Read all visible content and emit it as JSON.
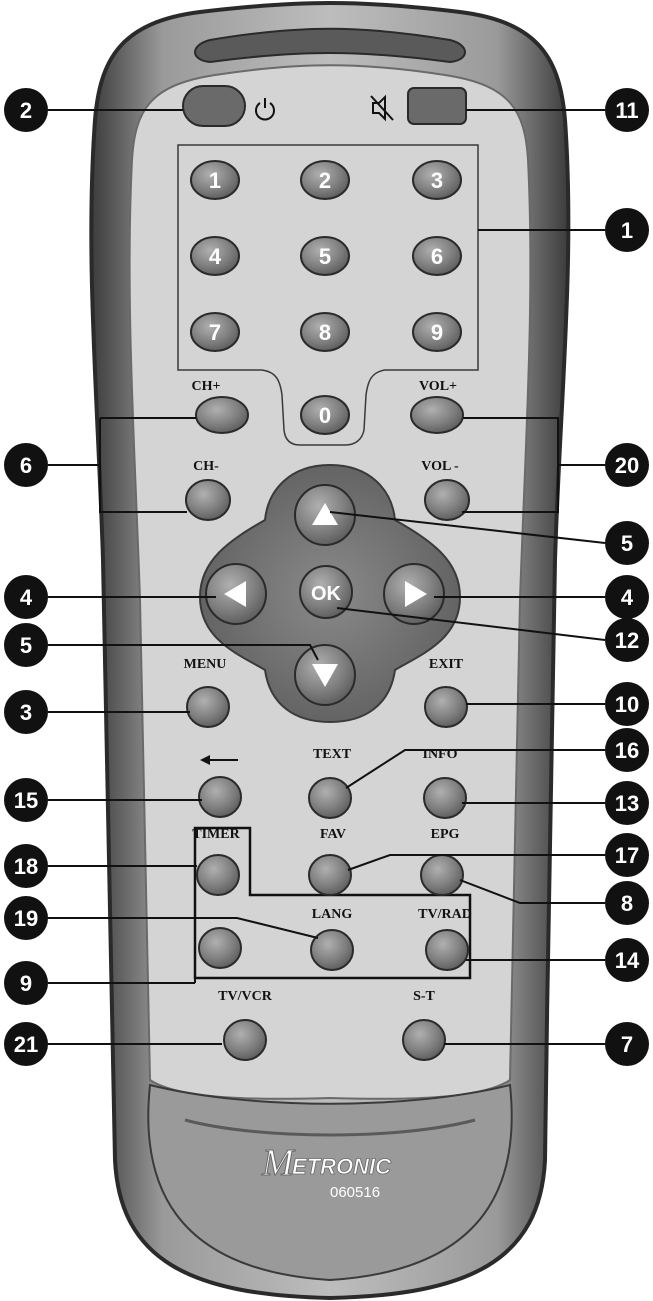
{
  "colors": {
    "body_outer": "#4a4a4a",
    "body_mid": "#8c8c8c",
    "face": "#d2d2d2",
    "button": "#7a7a7a",
    "button_light": "#a0a0a0",
    "dpad": "#6e6e6e",
    "callout": "#111111"
  },
  "icons": {
    "power": "power-icon",
    "mute": "mute-icon",
    "arrow_up": "arrow-up-icon",
    "arrow_down": "arrow-down-icon",
    "arrow_left": "arrow-left-icon",
    "arrow_right": "arrow-right-icon",
    "back": "back-arrow-icon"
  },
  "digits": [
    "1",
    "2",
    "3",
    "4",
    "5",
    "6",
    "7",
    "8",
    "9",
    "0"
  ],
  "labels": {
    "ch_plus": "CH+",
    "ch_minus": "CH-",
    "vol_plus": "VOL+",
    "vol_minus": "VOL -",
    "ok": "OK",
    "menu": "MENU",
    "exit": "EXIT",
    "text": "TEXT",
    "info": "INFO",
    "timer": "TIMER",
    "fav": "FAV",
    "epg": "EPG",
    "lang": "LANG",
    "tv_rad": "TV/RAD",
    "tv_vcr": "TV/VCR",
    "s_t": "S-T"
  },
  "brand": {
    "name": "ETRONIC",
    "initial": "M",
    "model": "060516"
  },
  "callouts": {
    "power": "2",
    "mute": "11",
    "numpad": "1",
    "channel": "6",
    "volume": "20",
    "up": "5",
    "left": "4",
    "right": "4",
    "down": "5",
    "ok": "12",
    "menu": "3",
    "exit": "10",
    "text": "16",
    "back": "15",
    "info": "13",
    "timer": "18",
    "fav": "17",
    "epg": "8",
    "lang": "19",
    "tv_rad": "14",
    "group": "9",
    "tv_vcr": "21",
    "s_t": "7"
  }
}
